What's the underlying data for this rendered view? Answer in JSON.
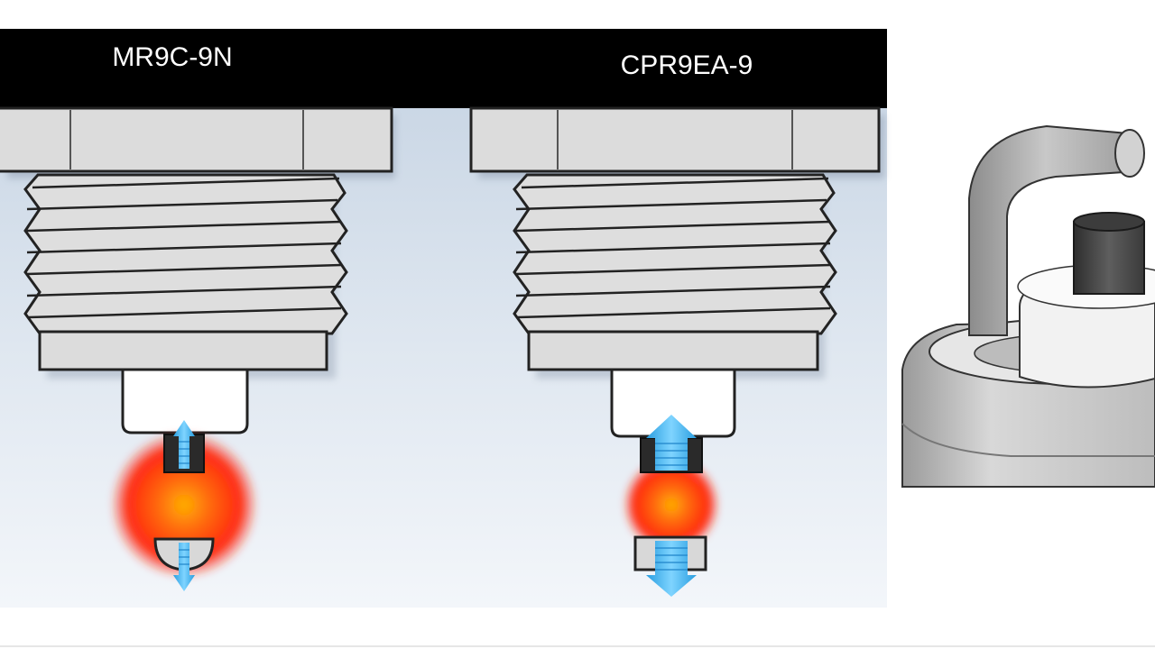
{
  "plugs": [
    {
      "label": "MR9C-9N",
      "electrode": "single-ground",
      "spark_size": "large"
    },
    {
      "label": "CPR9EA-9",
      "electrode": "flat-ground",
      "spark_size": "small"
    }
  ],
  "icons": {
    "spark": "spark-glow-icon",
    "arrow": "double-arrow-icon",
    "render": "spark-plug-tip-3d"
  },
  "colors": {
    "header": "#000000",
    "background_top": "#c4d2e2",
    "background_bottom": "#f3f6fa",
    "metal": "#dcdcdc",
    "outline": "#222222",
    "arrow": "#46b4f0",
    "spark_outer": "#ff2a12",
    "spark_core": "#ffb000"
  }
}
